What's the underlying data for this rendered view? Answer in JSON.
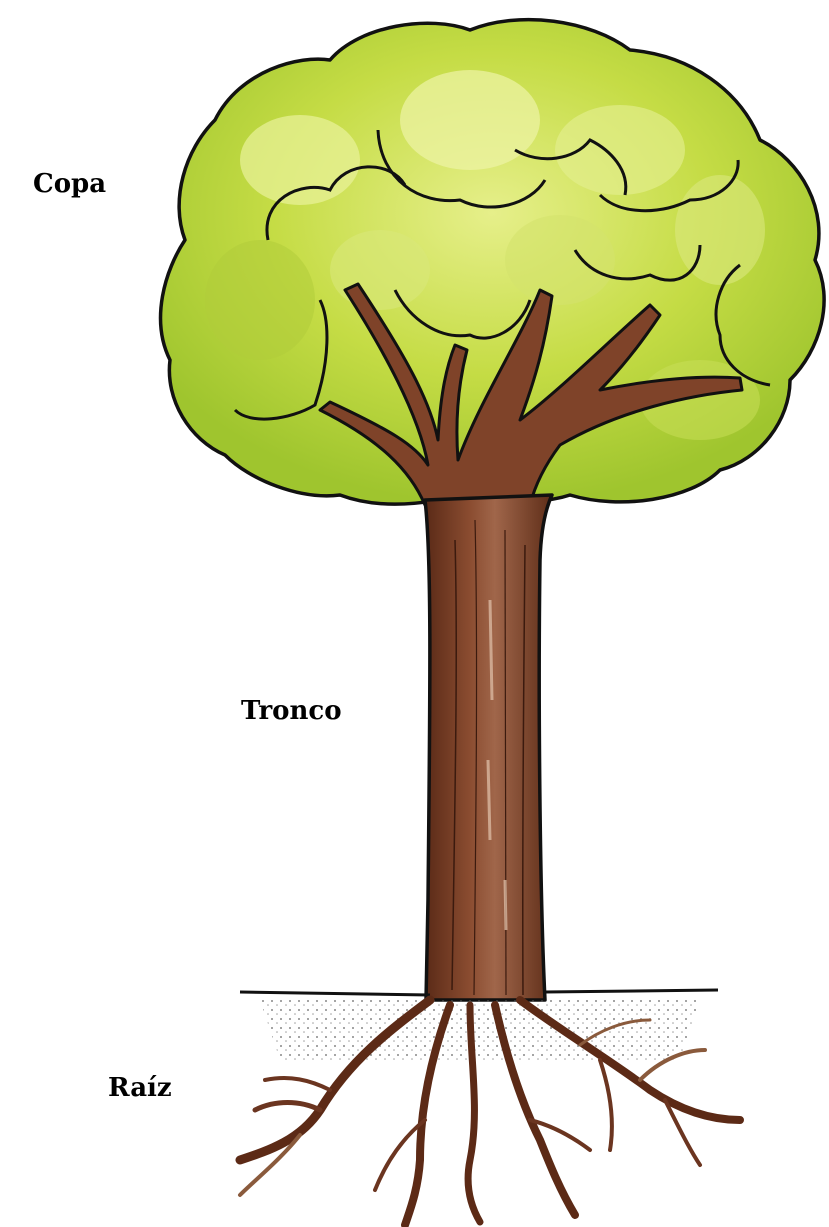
{
  "labels": {
    "crown": "Copa",
    "trunk": "Tronco",
    "root": "Raíz"
  },
  "colors": {
    "foliage_light": "#dbe86a",
    "foliage_mid": "#b8d338",
    "foliage_dark": "#8fb82a",
    "bark": "#7a4128",
    "bark_dark": "#4e2415",
    "outline": "#111111",
    "soil_dots": "#666666"
  }
}
